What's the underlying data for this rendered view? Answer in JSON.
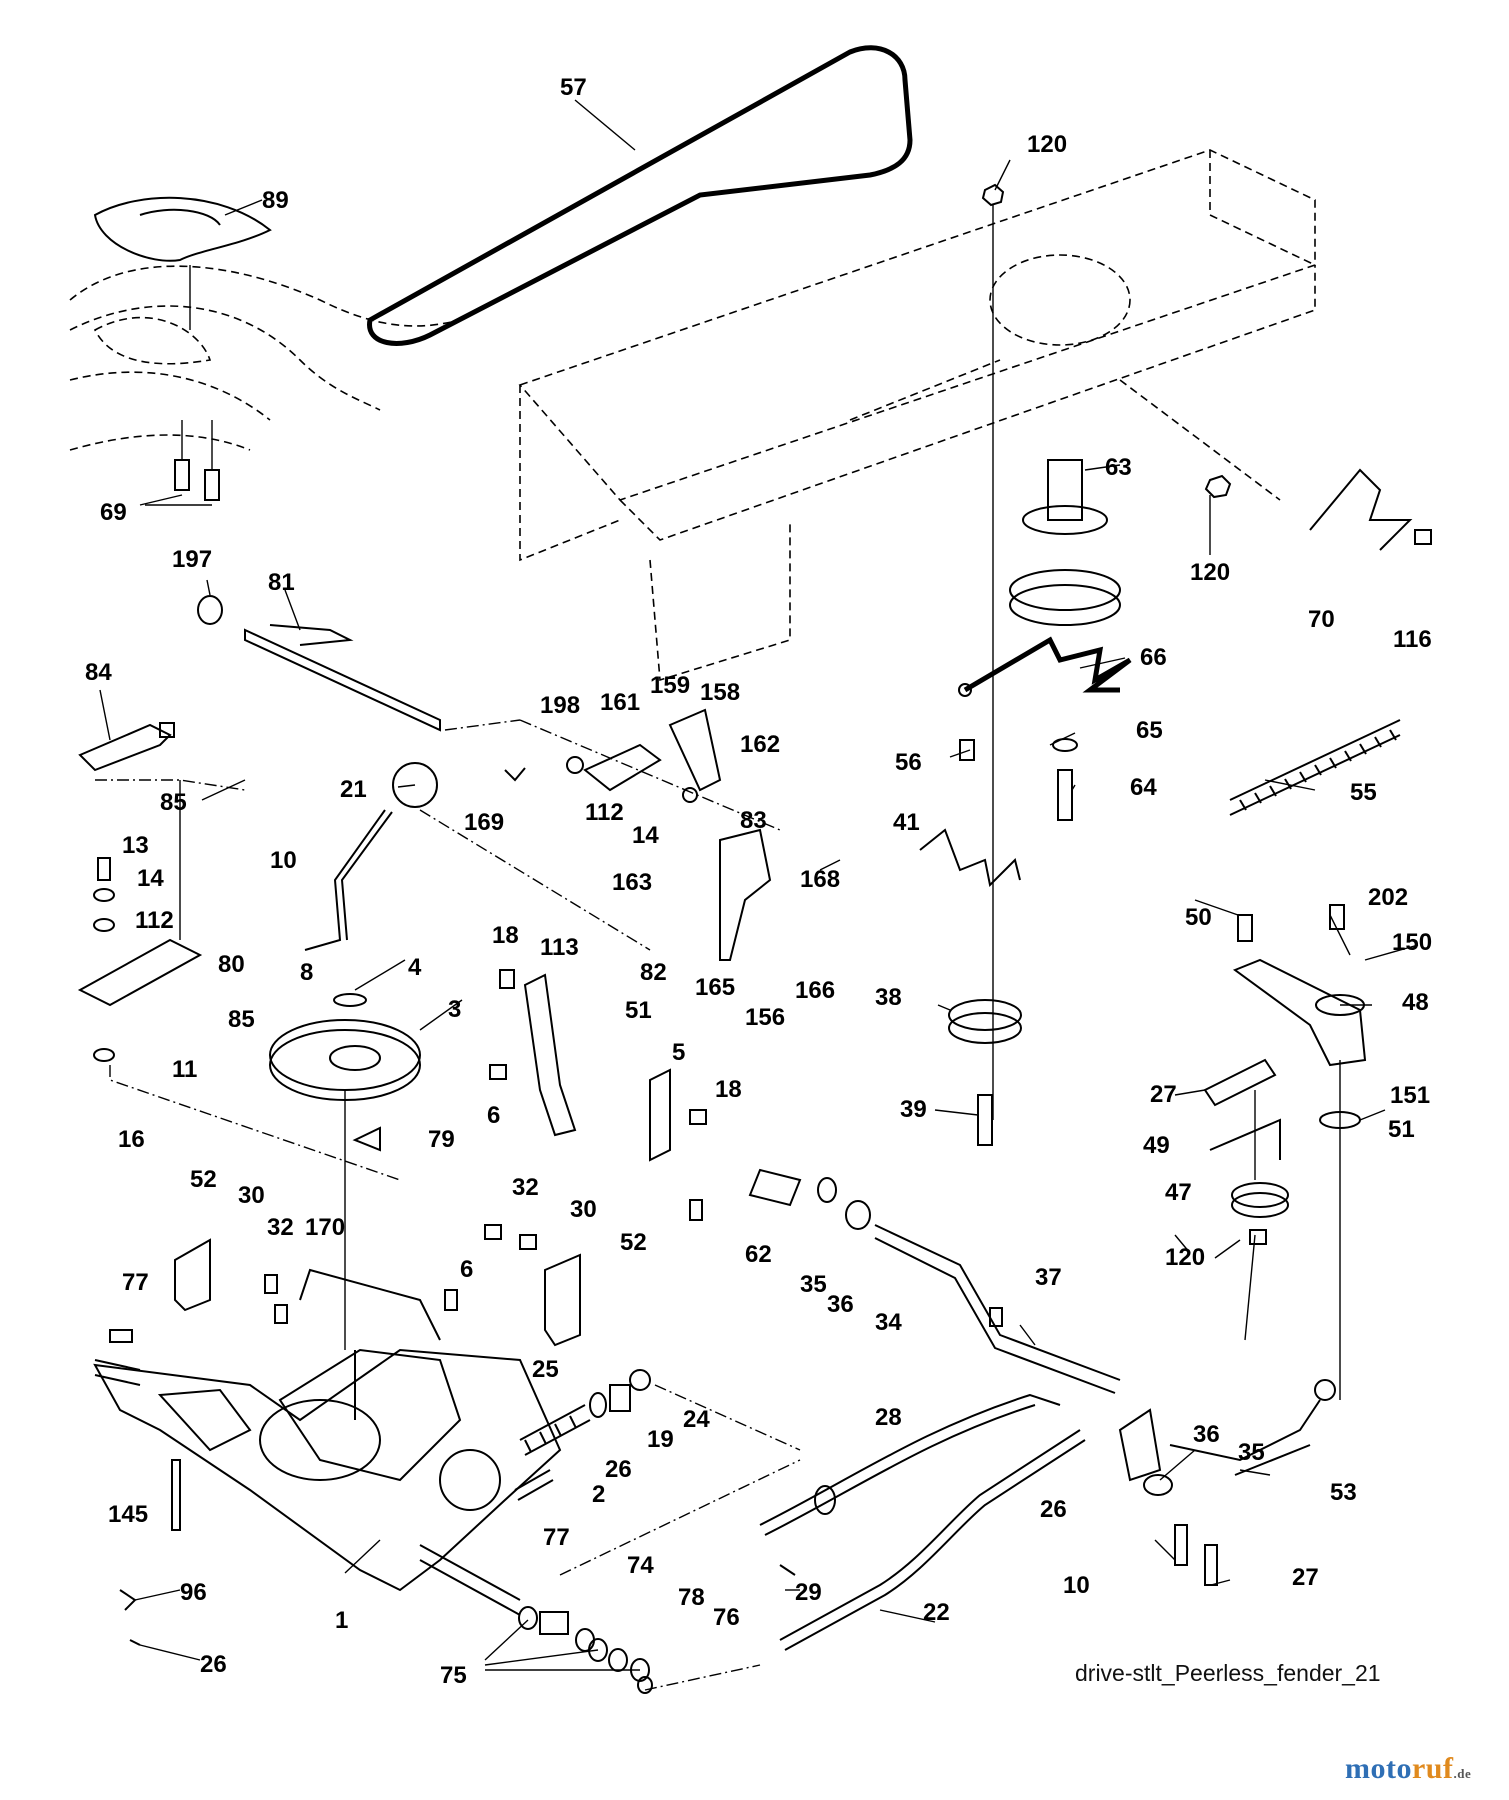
{
  "diagram": {
    "caption": "drive-stlt_Peerless_fender_21",
    "watermark": {
      "main_a": "moto",
      "main_b": "ruf",
      "suffix": ".de"
    },
    "labels": [
      "57",
      "89",
      "120",
      "63",
      "120",
      "70",
      "116",
      "69",
      "197",
      "81",
      "66",
      "84",
      "198",
      "161",
      "159",
      "158",
      "162",
      "56",
      "65",
      "64",
      "55",
      "85",
      "169",
      "112",
      "14",
      "83",
      "21",
      "10",
      "163",
      "41",
      "168",
      "13",
      "14",
      "112",
      "80",
      "82",
      "18",
      "113",
      "50",
      "202",
      "150",
      "85",
      "4",
      "8",
      "165",
      "156",
      "166",
      "3",
      "51",
      "38",
      "48",
      "11",
      "5",
      "18",
      "6",
      "27",
      "151",
      "39",
      "51",
      "16",
      "49",
      "79",
      "62",
      "47",
      "52",
      "30",
      "32",
      "52",
      "170",
      "6",
      "30",
      "32",
      "35",
      "36",
      "34",
      "120",
      "77",
      "37",
      "25",
      "24",
      "19",
      "28",
      "26",
      "36",
      "35",
      "2",
      "53",
      "145",
      "26",
      "77",
      "74",
      "29",
      "96",
      "1",
      "78",
      "76",
      "22",
      "10",
      "27",
      "26",
      "75"
    ]
  }
}
